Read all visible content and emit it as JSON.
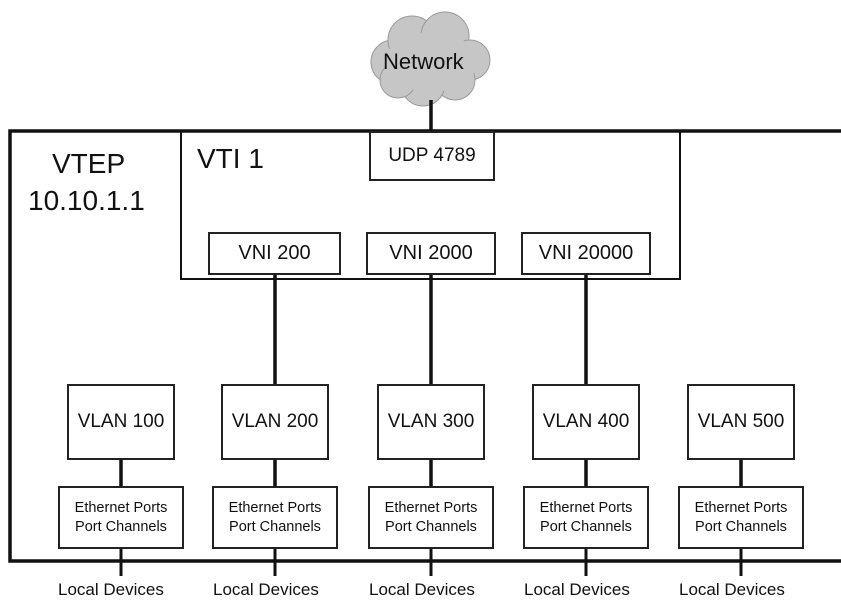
{
  "network": {
    "label": "Network",
    "icon": "cloud-icon",
    "fill": "#c6c6c6"
  },
  "vtep": {
    "title": "VTEP",
    "ip": "10.10.1.1"
  },
  "vti": {
    "label": "VTI 1",
    "udp": "UDP 4789"
  },
  "vnis": [
    "VNI 200",
    "VNI 2000",
    "VNI 20000"
  ],
  "vlans": [
    "VLAN 100",
    "VLAN 200",
    "VLAN 300",
    "VLAN 400",
    "VLAN 500"
  ],
  "ports": {
    "line1": "Ethernet Ports",
    "line2": "Port Channels"
  },
  "local_devices": [
    "Local Devices",
    "Local Devices",
    "Local Devices",
    "Local Devices",
    "Local Devices"
  ],
  "colors": {
    "line": "#111111",
    "cloud": "#c6c6c6",
    "background": "#ffffff"
  }
}
